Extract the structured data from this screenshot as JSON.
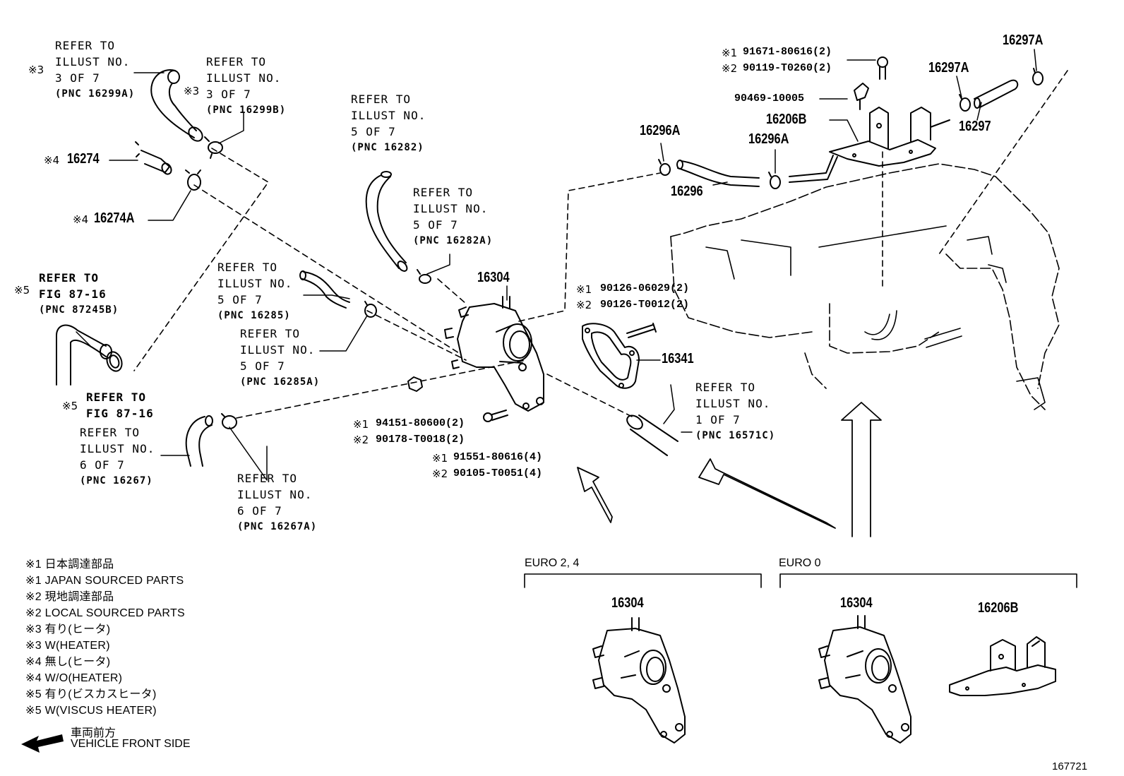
{
  "callouts": {
    "ref_16299a": {
      "mark": "※3",
      "lines": [
        "REFER TO",
        "ILLUST NO.",
        "3 OF 7"
      ],
      "pnc": "(PNC 16299A)"
    },
    "ref_16299b": {
      "mark": "※3",
      "lines": [
        "REFER TO",
        "ILLUST NO.",
        "3 OF 7"
      ],
      "pnc": "(PNC 16299B)"
    },
    "ref_16282": {
      "lines": [
        "REFER TO",
        "ILLUST NO.",
        "5 OF 7"
      ],
      "pnc": "(PNC 16282)"
    },
    "ref_16282a": {
      "lines": [
        "REFER TO",
        "ILLUST NO.",
        "5 OF 7"
      ],
      "pnc": "(PNC 16282A)"
    },
    "ref_16285": {
      "lines": [
        "REFER TO",
        "ILLUST NO.",
        "5 OF 7"
      ],
      "pnc": "(PNC 16285)"
    },
    "ref_16285a": {
      "lines": [
        "REFER TO",
        "ILLUST NO.",
        "5 OF 7"
      ],
      "pnc": "(PNC 16285A)"
    },
    "ref_87245b": {
      "mark": "※5",
      "lines": [
        "REFER TO",
        "FIG 87-16"
      ],
      "pnc": "(PNC 87245B)"
    },
    "ref_fig8716": {
      "mark": "※5",
      "lines": [
        "REFER TO",
        "FIG 87-16"
      ]
    },
    "ref_16267": {
      "lines": [
        "REFER TO",
        "ILLUST NO.",
        "6 OF 7"
      ],
      "pnc": "(PNC 16267)"
    },
    "ref_16267a": {
      "lines": [
        "REFER TO",
        "ILLUST NO.",
        "6 OF 7"
      ],
      "pnc": "(PNC 16267A)"
    },
    "ref_16571c": {
      "lines": [
        "REFER TO",
        "ILLUST NO.",
        "1 OF 7"
      ],
      "pnc": "(PNC 16571C)"
    }
  },
  "parts": {
    "p16274": {
      "mark": "※4",
      "number": "16274"
    },
    "p16274a": {
      "mark": "※4",
      "number": "16274A"
    },
    "p16304": "16304",
    "p16341": "16341",
    "p16296": "16296",
    "p16296a_left": "16296A",
    "p16296a_right": "16296A",
    "p16206b": "16206B",
    "p16297": "16297",
    "p16297a_left": "16297A",
    "p16297a_right": "16297A",
    "p90469": "90469-10005",
    "bolt_top": {
      "mark1": "※1",
      "line1": "91671-80616(2)",
      "mark2": "※2",
      "line2": "90119-T0260(2)"
    },
    "stud": {
      "mark1": "※1",
      "line1": "90126-06029(2)",
      "mark2": "※2",
      "line2": "90126-T0012(2)"
    },
    "nut": {
      "mark1": "※1",
      "line1": "94151-80600(2)",
      "mark2": "※2",
      "line2": "90178-T0018(2)"
    },
    "bolt": {
      "mark1": "※1",
      "line1": "91551-80616(4)",
      "mark2": "※2",
      "line2": "90105-T0051(4)"
    }
  },
  "variants": {
    "euro24": {
      "label": "EURO 2, 4",
      "part": "16304"
    },
    "euro0": {
      "label": "EURO 0",
      "part1": "16304",
      "part2": "16206B"
    }
  },
  "legend": [
    "※1 日本調達部品",
    "※1 JAPAN SOURCED PARTS",
    "※2 現地調達部品",
    "※2 LOCAL SOURCED PARTS",
    "※3 有り(ヒータ)",
    "※3 W(HEATER)",
    "※4 無し(ヒータ)",
    "※4 W/O(HEATER)",
    "※5 有り(ビスカスヒータ)",
    "※5 W(VISCUS HEATER)"
  ],
  "front": {
    "jp": "車両前方",
    "en": "VEHICLE FRONT SIDE"
  },
  "illustration_number": "167721"
}
